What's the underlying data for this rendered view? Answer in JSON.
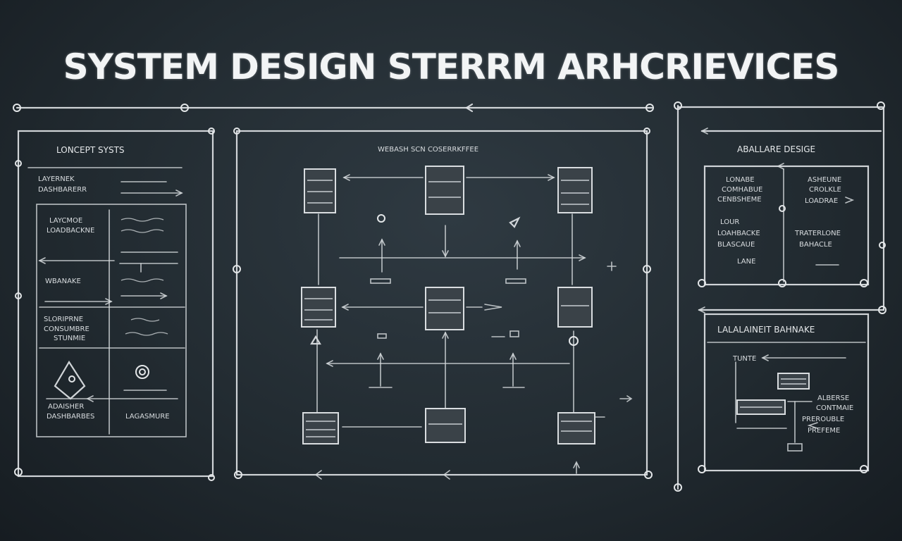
{
  "title": "SYSTEM DESIGN STERRM ARHCRIEVICES",
  "panels": {
    "left": {
      "heading": "LONCEPT SYSTS",
      "rows": [
        "LAYERNEK",
        "DASHBARERR",
        "LAYCMOE",
        "LOADBACKNE",
        "WBANAKE",
        "SLORIPRNE",
        "CONSUMBRE",
        "STUNMIE",
        "ADAISHER",
        "DASHBARBES",
        "LAGASMURE"
      ]
    },
    "center": {
      "heading": "WEBASH SCN COSERRKFFEE"
    },
    "right_top": {
      "heading": "ABALLARE DESIGE",
      "cells": [
        "LONABE",
        "COMHABUE",
        "CENBSHEME",
        "ASHEUNE",
        "CROLKLE",
        "LOADRAE",
        "LOUR",
        "LOAHBACKE",
        "BLASCAUE",
        "LANE",
        "TRATERLONE",
        "BAHACLE"
      ]
    },
    "right_bottom": {
      "heading": "LALALAINEIT BAHNAKE",
      "subheading": "TUNTE",
      "notes": [
        "ALBERSE",
        "CONTMAIE",
        "PREROUBLE",
        "PREFEME"
      ]
    }
  }
}
